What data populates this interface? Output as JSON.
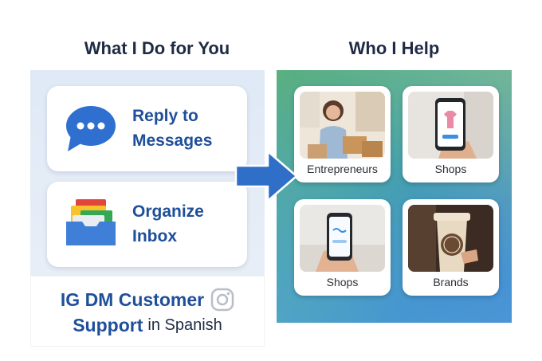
{
  "headings": {
    "left": "What I Do for You",
    "right": "Who I Help"
  },
  "services": [
    {
      "icon": "chat-bubble-icon",
      "line1": "Reply to",
      "line2": "Messages"
    },
    {
      "icon": "inbox-folder-icon",
      "line1": "Organize",
      "line2": "Inbox"
    }
  ],
  "support": {
    "line1": "IG DM Customer",
    "line2_bold": "Support",
    "line2_rest": "in Spanish",
    "icon": "instagram-icon"
  },
  "tiles": [
    {
      "label": "Entrepreneurs"
    },
    {
      "label": "Shops"
    },
    {
      "label": "Shops"
    },
    {
      "label": "Brands"
    }
  ],
  "colors": {
    "accent_blue": "#1f4f9a",
    "arrow_blue": "#2f6fc8",
    "heading": "#1f2a44"
  }
}
